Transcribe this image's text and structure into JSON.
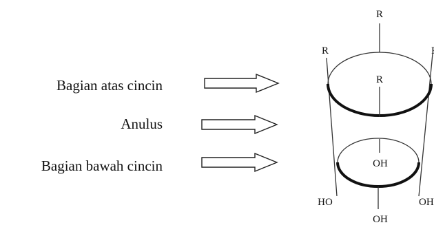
{
  "labels": {
    "top": "Bagian atas cincin",
    "middle": "Anulus",
    "bottom": "Bagian bawah cincin"
  },
  "chem": {
    "r_top": "R",
    "r_left": "R",
    "r_right": "R",
    "r_inner": "R",
    "oh_inner": "OH",
    "ho_left": "HO",
    "oh_right": "OH",
    "oh_bottom": "OH"
  }
}
